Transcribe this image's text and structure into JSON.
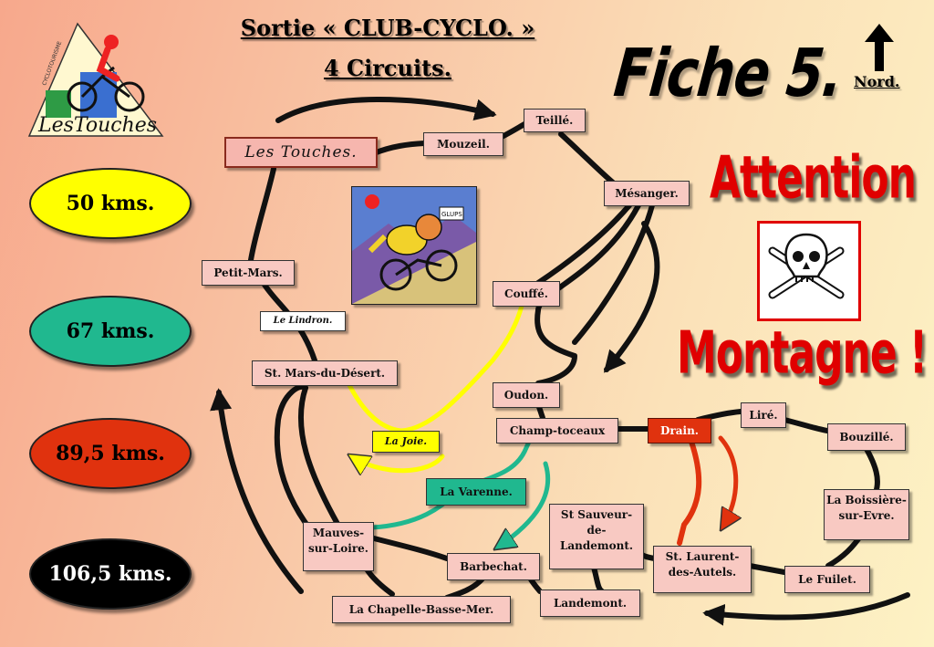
{
  "title": {
    "line1": "Sortie « CLUB-CYCLO. »",
    "line2": "4 Circuits."
  },
  "fiche": "Fiche 5.",
  "north": {
    "label": "Nord.",
    "icon": "north-arrow-icon"
  },
  "warning": {
    "line1": "Attention !",
    "line2": "Montagne !",
    "icon": "skull-crossbones-icon",
    "color": "#e00000"
  },
  "logo": {
    "text": "LesTouches",
    "small_text": "CYCLOTOURISME",
    "icon": "cyclist-logo-icon"
  },
  "distances": [
    {
      "label": "50 kms.",
      "color": "#ffff00",
      "text_color": "#000000"
    },
    {
      "label": "67 kms.",
      "color": "#20b88f",
      "text_color": "#000000"
    },
    {
      "label": "89,5 kms.",
      "color": "#e0320e",
      "text_color": "#000000"
    },
    {
      "label": "106,5 kms.",
      "color": "#000000",
      "text_color": "#ffffff"
    }
  ],
  "places": {
    "les_touches": "Les Touches.",
    "mouzeil": "Mouzeil.",
    "teille": "Teillé.",
    "mesanger": "Mésanger.",
    "couffe": "Couffé.",
    "petit_mars": "Petit-Mars.",
    "le_lindron": "Le Lindron.",
    "st_mars": "St. Mars-du-Désert.",
    "oudon": "Oudon.",
    "champtoceaux": "Champ-toceaux",
    "drain": "Drain.",
    "lire": "Liré.",
    "bouzille": "Bouzillé.",
    "la_joie": "La Joie.",
    "la_varenne": "La Varenne.",
    "boissiere_1": "La Boissière-",
    "boissiere_2": "sur-Evre.",
    "st_sauveur_1": "St Sauveur-",
    "st_sauveur_2": "de-",
    "st_sauveur_3": "Landemont.",
    "mauves_1": "Mauves-",
    "mauves_2": "sur-Loire.",
    "barbechat": "Barbechat.",
    "st_laurent_1": "St. Laurent-",
    "st_laurent_2": "des-Autels.",
    "le_fuilet": "Le Fuilet.",
    "landemont": "Landemont.",
    "la_chapelle": "La Chapelle-Basse-Mer."
  },
  "cartoon": {
    "bubble": "GLUPS",
    "icon": "cyclist-cartoon-icon"
  },
  "colors": {
    "route_main": "#111111",
    "route_yellow": "#ffff00",
    "route_teal": "#20b88f",
    "route_red": "#e0320e"
  }
}
